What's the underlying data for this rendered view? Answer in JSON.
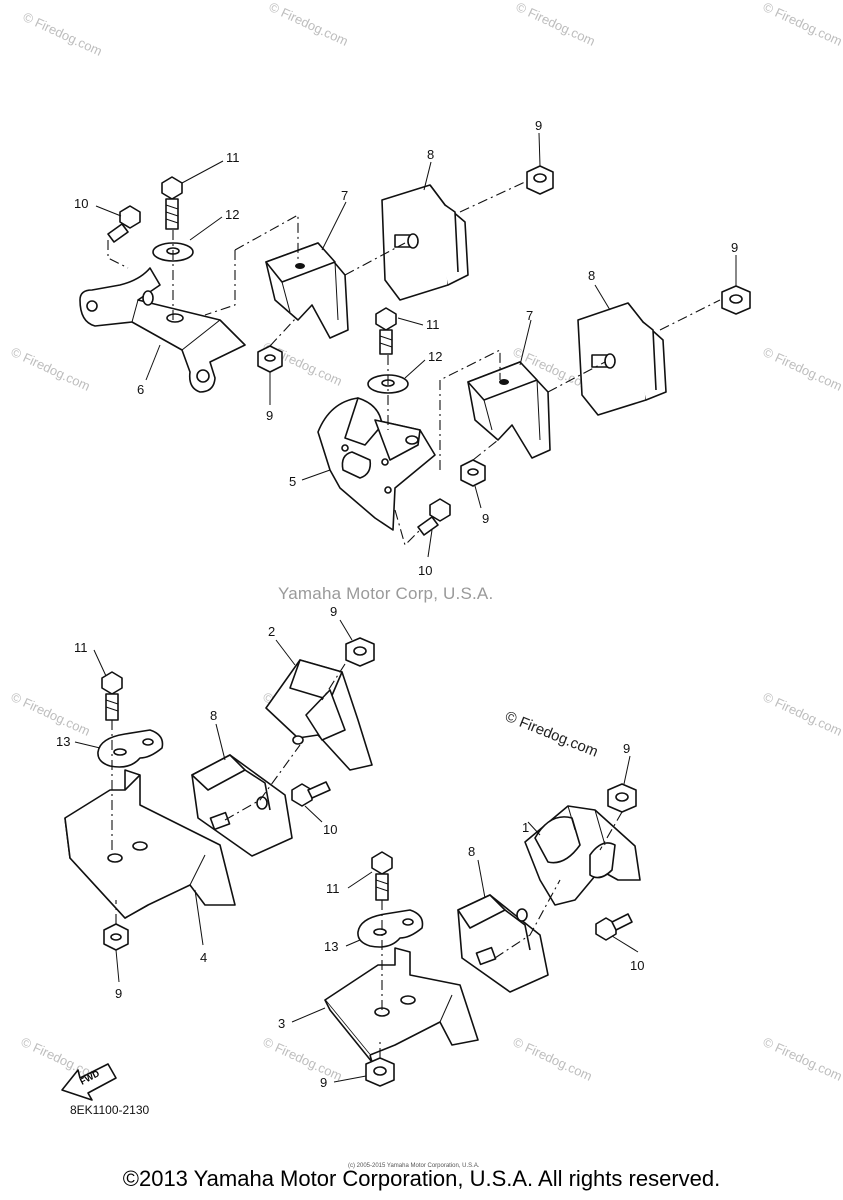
{
  "watermark": {
    "text": "© Firedog.com",
    "color": "#bdbdbd"
  },
  "center_mark": "Yamaha Motor Corp, U.S.A.",
  "firedog_mark": "© Firedog.com",
  "diagram_code": "8EK1100-2130",
  "fwd_label": "FWD",
  "copyright_small": "(c) 2005-2015 Yamaha Motor Corporation, U.S.A.",
  "copyright_footer": "©2013 Yamaha Motor Corporation, U.S.A. All rights reserved.",
  "callouts": {
    "c1": "1",
    "c2": "2",
    "c3": "3",
    "c4": "4",
    "c5": "5",
    "c6": "6",
    "c7a": "7",
    "c7b": "7",
    "c8a": "8",
    "c8b": "8",
    "c8c": "8",
    "c8d": "8",
    "c9a": "9",
    "c9b": "9",
    "c9c": "9",
    "c9d": "9",
    "c9e": "9",
    "c9f": "9",
    "c9g": "9",
    "c9h": "9",
    "c10a": "10",
    "c10b": "10",
    "c10c": "10",
    "c10d": "10",
    "c11a": "11",
    "c11b": "11",
    "c11c": "11",
    "c11d": "11",
    "c12a": "12",
    "c12b": "12",
    "c13a": "13",
    "c13b": "13"
  }
}
